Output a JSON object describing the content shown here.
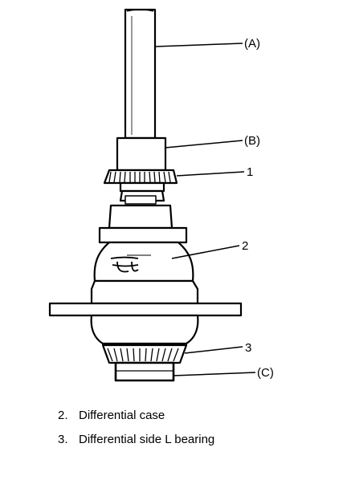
{
  "callouts": {
    "a": "(A)",
    "b": "(B)",
    "one": "1",
    "two": "2",
    "three": "3",
    "c": "(C)"
  },
  "legend": [
    {
      "number": "2.",
      "text": "Differential case"
    },
    {
      "number": "3.",
      "text": "Differential side L bearing"
    }
  ]
}
